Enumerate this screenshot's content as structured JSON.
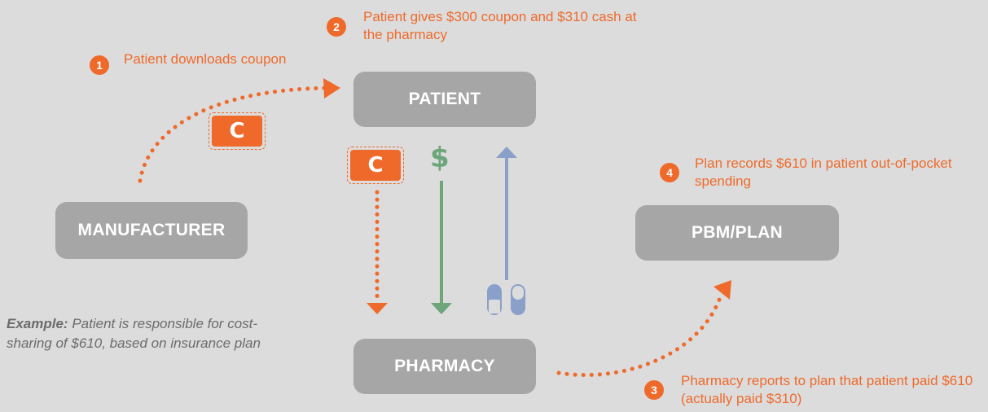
{
  "nodes": {
    "patient": "PATIENT",
    "manufacturer": "MANUFACTURER",
    "pbm_plan": "PBM/PLAN",
    "pharmacy": "PHARMACY"
  },
  "steps": [
    {
      "number": "1",
      "text": "Patient downloads coupon"
    },
    {
      "number": "2",
      "text": "Patient gives $300 coupon and $310 cash at the pharmacy"
    },
    {
      "number": "3",
      "text": "Pharmacy reports to plan that patient paid $610 (actually paid $310)"
    },
    {
      "number": "4",
      "text": "Plan records $610 in patient out-of-pocket spending"
    }
  ],
  "example": {
    "label": "Example:",
    "text": " Patient is responsible for cost-sharing of $610, based on insurance plan"
  },
  "coupon_label": "C",
  "dollar_label": "$",
  "colors": {
    "background": "#dcdcdd",
    "node": "#a6a6a6",
    "accent_orange": "#ef6a2a",
    "cash_green": "#6da67a",
    "drug_blue": "#8aa0c8"
  },
  "icons": [
    "coupon-icon",
    "dollar-icon",
    "pill-capsule-icon"
  ]
}
